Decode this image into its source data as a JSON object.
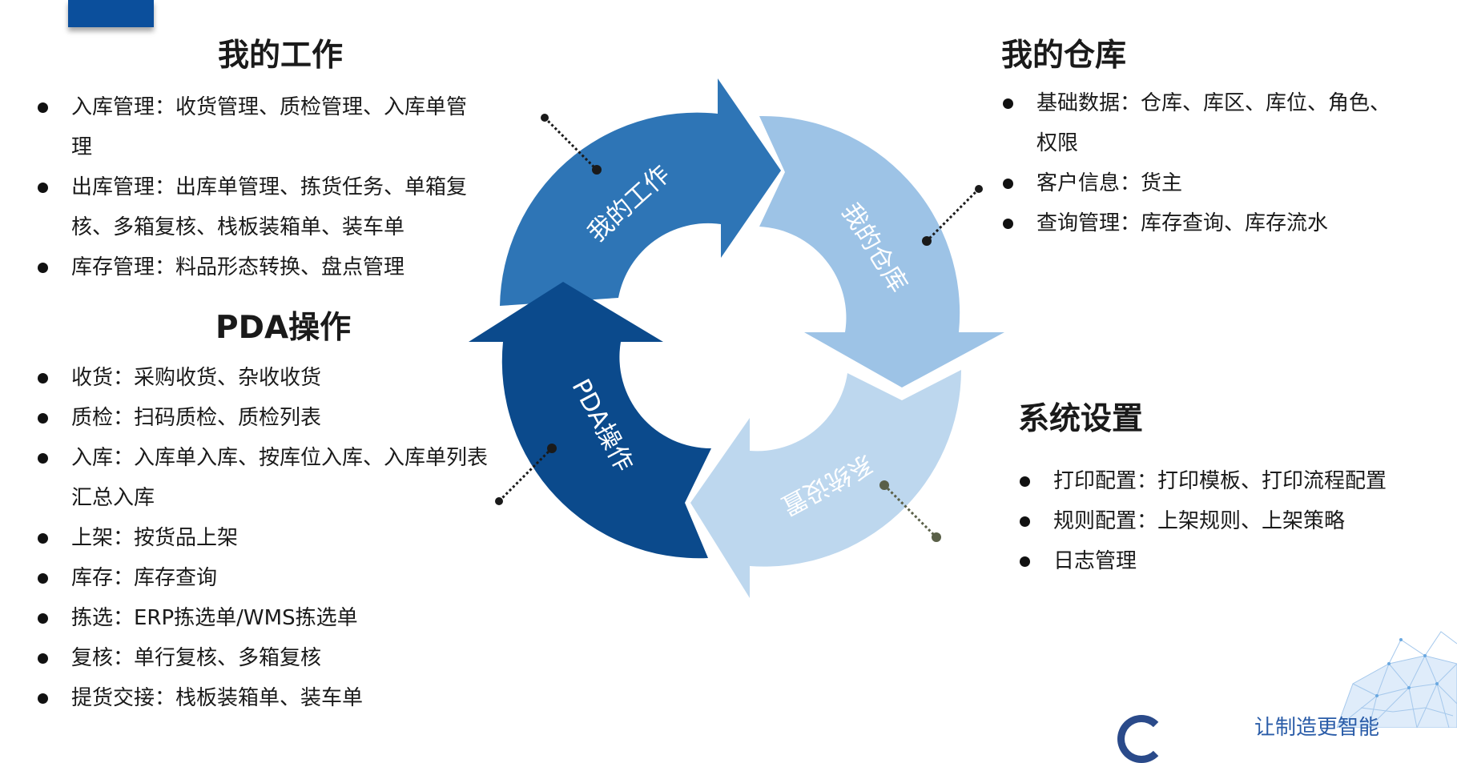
{
  "work": {
    "title": "我的工作",
    "items": [
      {
        "line1": "入库管理：收货管理、质检管理、入库单管",
        "line2": "理"
      },
      {
        "line1": "出库管理：出库单管理、拣货任务、单箱复",
        "line2": "核、多箱复核、栈板装箱单、装车单"
      },
      {
        "line1": "库存管理：料品形态转换、盘点管理",
        "line2": ""
      }
    ]
  },
  "pda": {
    "title": "PDA操作",
    "items": [
      {
        "line1": "收货：采购收货、杂收收货",
        "line2": ""
      },
      {
        "line1": "质检：扫码质检、质检列表",
        "line2": ""
      },
      {
        "line1": "入库：入库单入库、按库位入库、入库单列表",
        "line2": "汇总入库"
      },
      {
        "line1": "上架：按货品上架",
        "line2": ""
      },
      {
        "line1": "库存：库存查询",
        "line2": ""
      },
      {
        "line1": "拣选：ERP拣选单/WMS拣选单",
        "line2": ""
      },
      {
        "line1": "复核：单行复核、多箱复核",
        "line2": ""
      },
      {
        "line1": "提货交接：栈板装箱单、装车单",
        "line2": ""
      }
    ]
  },
  "warehouse": {
    "title": "我的仓库",
    "items": [
      {
        "line1": "基础数据：仓库、库区、库位、角色、",
        "line2": "权限"
      },
      {
        "line1": "客户信息：货主",
        "line2": ""
      },
      {
        "line1": "查询管理：库存查询、库存流水",
        "line2": ""
      }
    ]
  },
  "settings": {
    "title": "系统设置",
    "items": [
      {
        "line1": "打印配置：打印模板、打印流程配置",
        "line2": ""
      },
      {
        "line1": "规则配置：上架规则、上架策略",
        "line2": ""
      },
      {
        "line1": "日志管理",
        "line2": ""
      }
    ]
  },
  "cycle": {
    "labels": {
      "work": "我的工作",
      "warehouse": "我的仓库",
      "settings": "系统设置",
      "pda": "PDA操作"
    },
    "colors": {
      "work": "#2e75b6",
      "warehouse": "#9dc3e6",
      "settings": "#bdd7ee",
      "pda": "#0b4a8c",
      "connector_dark": "#1a1a1a",
      "connector_olive": "#5a6048"
    }
  },
  "footer": {
    "slogan": "让制造更智能"
  }
}
